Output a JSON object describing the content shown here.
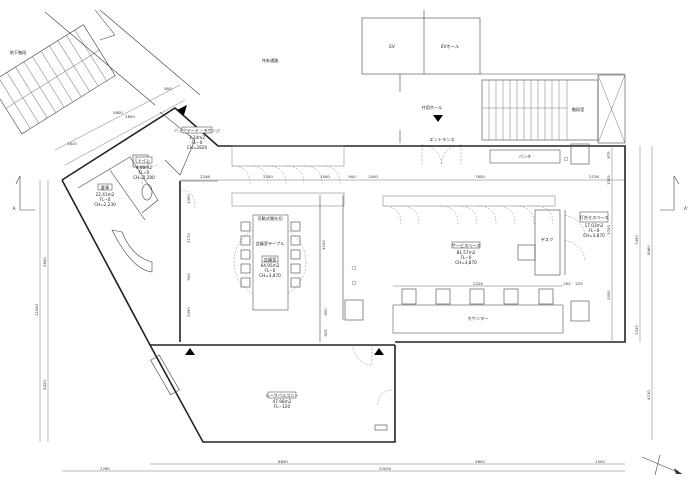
{
  "labels": {
    "basement_stairs": "地下階段",
    "shared_passage": "共有通路",
    "ev": "EV",
    "ev_hall": "EVホール",
    "common_hall": "共用ホール",
    "stair_room": "階段室",
    "entrance": "エントランス",
    "bench": "ベンチ",
    "counter": "カウンター",
    "desk": "デスク",
    "movable_wall": "可動式間仕切",
    "meeting_table": "会議室テーブル"
  },
  "rooms": [
    {
      "name": "バックヤード・ラウンジ",
      "area": "3.14m2",
      "fl": "FL−0",
      "ch": "CH=2820"
    },
    {
      "name": "トイレ",
      "area": "4.80m2",
      "fl": "FL−0",
      "ch": "CH=2,200"
    },
    {
      "name": "倉庫",
      "area": "22.41m2",
      "fl": "FL−0",
      "ch": "CH=2,230"
    },
    {
      "name": "会議室",
      "area": "64.95m2",
      "fl": "FL−0",
      "ch": "CH=3,870"
    },
    {
      "name": "サービスベース",
      "area": "81.57m2",
      "fl": "FL−0",
      "ch": "CH=3,870"
    },
    {
      "name": "打合せスペース",
      "area": "17.03m2",
      "fl": "FL−0",
      "ch": "CH=3,870"
    },
    {
      "name": "ルーフバルコニー",
      "area": "47.98m2",
      "fl": "FL−120",
      "ch": ""
    }
  ],
  "dimensions": {
    "top": [
      "2246",
      "2250",
      "1500",
      "900",
      "1000",
      "7650",
      "2136"
    ],
    "bottom_inner": [
      "2780",
      "8850",
      "9600",
      "1500"
    ],
    "bottom_total": "23050",
    "right": [
      "875",
      "1305",
      "3700",
      "2050",
      "1030",
      "4130"
    ],
    "right_total": [
      "7450",
      "8460"
    ],
    "left": [
      "2840",
      "11040",
      "5420"
    ],
    "interior": [
      "4100",
      "2170",
      "900",
      "2050",
      "1350",
      "900",
      "925",
      "2226",
      "200",
      "225"
    ],
    "diagonal": [
      "5800",
      "2850",
      "2620",
      "800"
    ]
  },
  "section_marks": {
    "left": "A",
    "right": "A'"
  }
}
